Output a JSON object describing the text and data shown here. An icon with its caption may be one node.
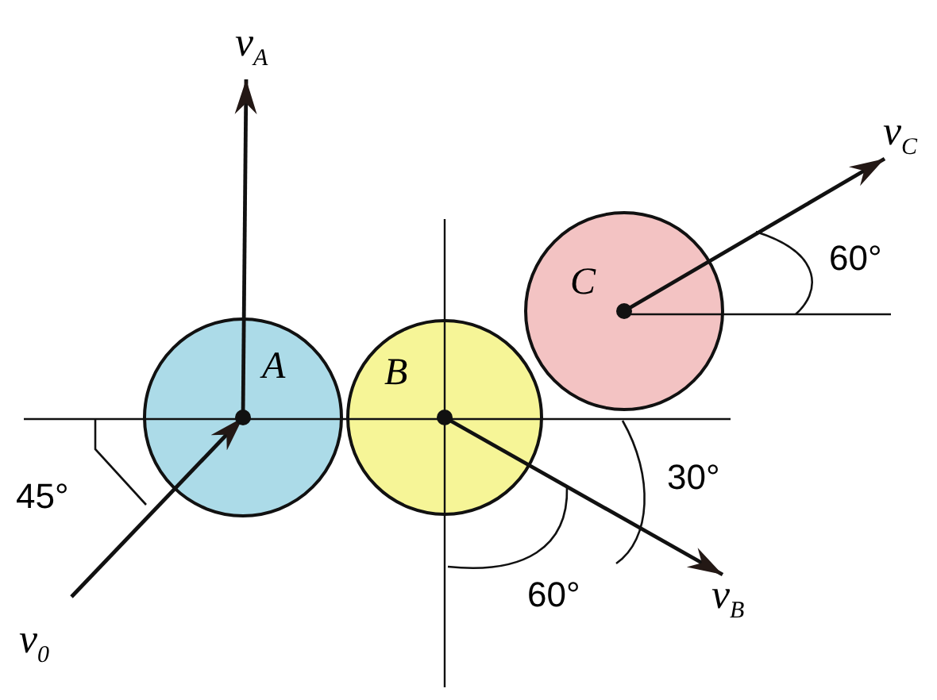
{
  "diagram": {
    "nodes": [
      {
        "text": [
          "A"
        ]
      },
      {
        "text": [
          "B"
        ]
      },
      {
        "text": [
          "C"
        ]
      },
      {
        "text": [
          "v$_{A}$"
        ]
      },
      {
        "text": [
          "v$_{B}$"
        ]
      },
      {
        "text": [
          "v$_{C}$"
        ]
      },
      {
        "text": [
          "v$_{0}$"
        ]
      }
    ],
    "edges": [
      {
        "from": 0,
        "to": 3,
        "arrow": "to"
      },
      {
        "from": 1,
        "to": 4,
        "arrow": "to"
      },
      {
        "from": 2,
        "to": 5,
        "arrow": "to"
      },
      {
        "from": 6,
        "to": 0,
        "arrow": "to"
      }
    ],
    "labels": [
      "45°",
      "60°",
      "30°",
      "60°"
    ]
  }
}
